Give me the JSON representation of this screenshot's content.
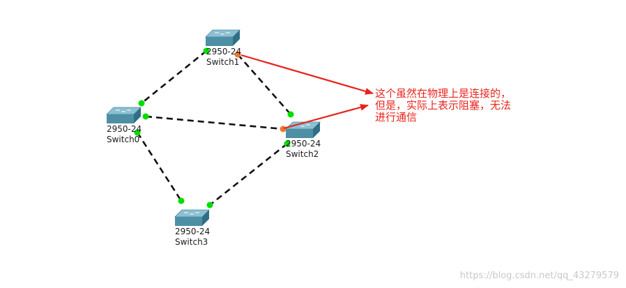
{
  "switches": [
    {
      "id": "switch1",
      "model": "2950-24",
      "name": "Switch1"
    },
    {
      "id": "switch0",
      "model": "2950-24",
      "name": "Switch0"
    },
    {
      "id": "switch2",
      "model": "2950-24",
      "name": "Switch2"
    },
    {
      "id": "switch3",
      "model": "2950-24",
      "name": "Switch3"
    }
  ],
  "links": [
    {
      "from": "Switch1",
      "to": "Switch0",
      "state": "up"
    },
    {
      "from": "Switch1",
      "to": "Switch2",
      "state": "blocked"
    },
    {
      "from": "Switch0",
      "to": "Switch2",
      "state": "blocked"
    },
    {
      "from": "Switch0",
      "to": "Switch3",
      "state": "up"
    },
    {
      "from": "Switch2",
      "to": "Switch3",
      "state": "up"
    }
  ],
  "annotation": {
    "lines": [
      "这个虽然在物理上是连接的，",
      "但是，实际上表示阻塞，无法",
      "进行通信"
    ],
    "color": "#e8231c"
  },
  "watermark": "https://blog.csdn.net/qq_43279579",
  "colors": {
    "port_up": "#00dd00",
    "port_blocked": "#f07828",
    "switch_top": "#8cc0d2",
    "switch_front": "#4e8fa5",
    "switch_side": "#2f6f85",
    "link": "#111111",
    "arrow": "#e8231c"
  }
}
